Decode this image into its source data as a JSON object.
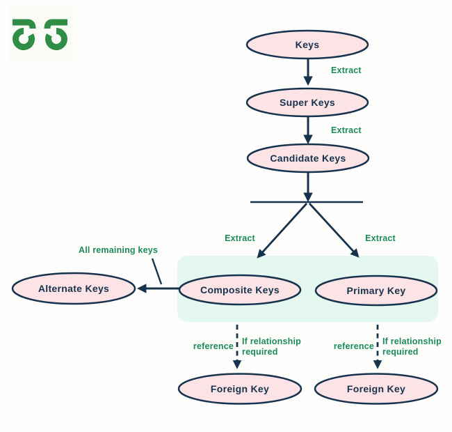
{
  "colors": {
    "navy": "#17324d",
    "node_fill_pink": "#fce4e6",
    "green_label": "#1b8a5a",
    "logo_green": "#2f8d46",
    "highlight_mint": "#e4f8f0",
    "background": "#fdfdfc"
  },
  "icons": {
    "logo": "geeksforgeeks-logo"
  },
  "nodes": {
    "keys": "Keys",
    "super_keys": "Super Keys",
    "candidate_keys": "Candidate Keys",
    "composite_keys": "Composite Keys",
    "primary_key": "Primary Key",
    "alternate_keys": "Alternate Keys",
    "foreign_key_left": "Foreign Key",
    "foreign_key_right": "Foreign Key"
  },
  "edge_labels": {
    "extract_keys_to_super": "Extract",
    "extract_super_to_candidate": "Extract",
    "extract_to_composite": "Extract",
    "extract_to_primary": "Extract",
    "all_remaining_keys": "All remaining keys",
    "reference_left": "reference",
    "reference_right": "reference",
    "if_relationship_left_line1": "If relationship",
    "if_relationship_left_line2": "required",
    "if_relationship_right_line1": "If relationship",
    "if_relationship_right_line2": "required"
  }
}
